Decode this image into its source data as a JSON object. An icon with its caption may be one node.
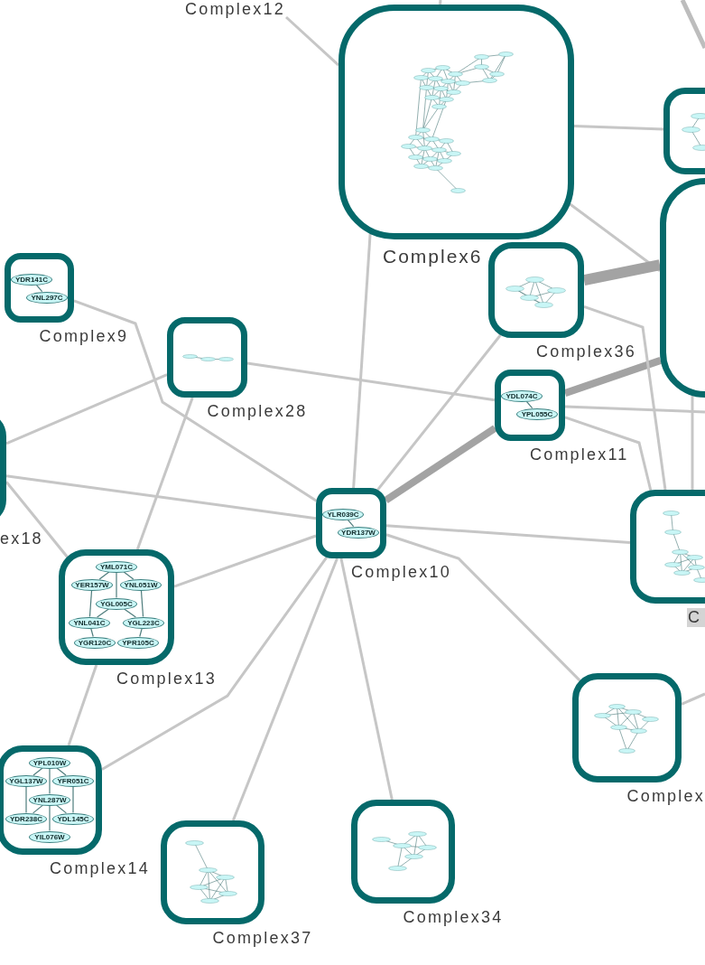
{
  "diagram": {
    "nodes": [
      {
        "text": [
          "Complex12"
        ]
      },
      {
        "text": [
          "Complex6"
        ]
      },
      {
        "text": [],
        "shape": "box"
      },
      {
        "text": [],
        "shape": "box"
      },
      {
        "text": [
          "Complex36"
        ]
      },
      {
        "text": [
          "Complex9"
        ]
      },
      {
        "text": [
          "YDR141C"
        ],
        "in": 5
      },
      {
        "text": [
          "YNL297C"
        ],
        "in": 5
      },
      {
        "text": [
          "Complex28"
        ]
      },
      {
        "text": [
          "Complex11"
        ]
      },
      {
        "text": [
          "YDL074C"
        ],
        "in": 9
      },
      {
        "text": [
          "YPL055C"
        ],
        "in": 9
      },
      {
        "text": [
          "ex18"
        ]
      },
      {
        "text": [
          "Complex10"
        ]
      },
      {
        "text": [
          "YLR039C"
        ],
        "in": 13
      },
      {
        "text": [
          "YDR137W"
        ],
        "in": 13
      },
      {
        "text": [
          "C"
        ]
      },
      {
        "text": [
          "Complex13"
        ]
      },
      {
        "text": [
          "YML071C"
        ],
        "in": 17
      },
      {
        "text": [
          "YER157W"
        ],
        "in": 17
      },
      {
        "text": [
          "YNL051W"
        ],
        "in": 17
      },
      {
        "text": [
          "YNL041C"
        ],
        "in": 17
      },
      {
        "text": [
          "YGL005C"
        ],
        "in": 17
      },
      {
        "text": [
          "YGL223C"
        ],
        "in": 17
      },
      {
        "text": [
          "YGR120C"
        ],
        "in": 17
      },
      {
        "text": [
          "YPR105C"
        ],
        "in": 17
      },
      {
        "text": [
          "Complex"
        ]
      },
      {
        "text": [
          "Complex14"
        ]
      },
      {
        "text": [
          "YPL010W"
        ],
        "in": 27
      },
      {
        "text": [
          "YGL137W"
        ],
        "in": 27
      },
      {
        "text": [
          "YFR051C"
        ],
        "in": 27
      },
      {
        "text": [
          "YNL287W"
        ],
        "in": 27
      },
      {
        "text": [
          "YDR238C"
        ],
        "in": 27
      },
      {
        "text": [
          "YDL145C"
        ],
        "in": 27
      },
      {
        "text": [
          "YIL076W"
        ],
        "in": 27
      },
      {
        "text": [
          "Complex37"
        ]
      },
      {
        "text": [
          "Complex34"
        ]
      }
    ],
    "edges": [
      {
        "from": 0,
        "to": 1,
        "arrow": "none"
      },
      {
        "from": 1,
        "to": null,
        "arrow": "none"
      },
      {
        "from": 1,
        "to": 2,
        "arrow": "none"
      },
      {
        "from": 1,
        "to": 3,
        "arrow": "none"
      },
      {
        "from": 4,
        "to": 3,
        "arrow": "none",
        "style": "thick",
        "color": "#a3a3a3"
      },
      {
        "from": 13,
        "to": 1,
        "arrow": "none"
      },
      {
        "from": 13,
        "to": 4,
        "arrow": "none"
      },
      {
        "from": 13,
        "to": 9,
        "arrow": "none",
        "style": "thick",
        "color": "#a3a3a3"
      },
      {
        "from": 9,
        "to": 3,
        "arrow": "none",
        "style": "thick",
        "color": "#a3a3a3"
      },
      {
        "from": 9,
        "to": null,
        "arrow": "none"
      },
      {
        "from": 4,
        "to": 16,
        "arrow": "none"
      },
      {
        "from": 9,
        "to": 16,
        "arrow": "none"
      },
      {
        "from": 8,
        "to": 9,
        "arrow": "none"
      },
      {
        "from": 5,
        "to": 13,
        "arrow": "none"
      },
      {
        "from": 8,
        "to": 12,
        "arrow": "none"
      },
      {
        "from": 8,
        "to": 17,
        "arrow": "none"
      },
      {
        "from": 12,
        "to": 13,
        "arrow": "none"
      },
      {
        "from": 12,
        "to": 17,
        "arrow": "none"
      },
      {
        "from": 13,
        "to": 17,
        "arrow": "none"
      },
      {
        "from": 13,
        "to": 27,
        "arrow": "none"
      },
      {
        "from": 13,
        "to": 35,
        "arrow": "none"
      },
      {
        "from": 13,
        "to": 36,
        "arrow": "none"
      },
      {
        "from": 13,
        "to": 26,
        "arrow": "none"
      },
      {
        "from": 13,
        "to": 16,
        "arrow": "none"
      },
      {
        "from": 17,
        "to": 27,
        "arrow": "none"
      },
      {
        "from": 26,
        "to": null,
        "arrow": "none"
      },
      {
        "from": 3,
        "to": 16,
        "arrow": "none"
      },
      {
        "from": 6,
        "to": 7,
        "arrow": "none",
        "color": "#4d7c7c"
      },
      {
        "from": 10,
        "to": 11,
        "arrow": "none",
        "color": "#4d7c7c"
      },
      {
        "from": 14,
        "to": 15,
        "arrow": "none",
        "color": "#4d7c7c"
      },
      {
        "from": 18,
        "to": 19,
        "arrow": "none",
        "color": "#4d7c7c"
      },
      {
        "from": 18,
        "to": 20,
        "arrow": "none",
        "color": "#4d7c7c"
      },
      {
        "from": 18,
        "to": 22,
        "arrow": "none",
        "color": "#4d7c7c"
      },
      {
        "from": 19,
        "to": 21,
        "arrow": "none",
        "color": "#4d7c7c"
      },
      {
        "from": 20,
        "to": 23,
        "arrow": "none",
        "color": "#4d7c7c"
      },
      {
        "from": 21,
        "to": 22,
        "arrow": "none",
        "color": "#4d7c7c"
      },
      {
        "from": 22,
        "to": 23,
        "arrow": "none",
        "color": "#4d7c7c"
      },
      {
        "from": 21,
        "to": 24,
        "arrow": "none",
        "color": "#4d7c7c"
      },
      {
        "from": 23,
        "to": 25,
        "arrow": "none",
        "color": "#4d7c7c"
      },
      {
        "from": 28,
        "to": 29,
        "arrow": "none",
        "color": "#4d7c7c"
      },
      {
        "from": 28,
        "to": 30,
        "arrow": "none",
        "color": "#4d7c7c"
      },
      {
        "from": 28,
        "to": 31,
        "arrow": "none",
        "color": "#4d7c7c"
      },
      {
        "from": 29,
        "to": 32,
        "arrow": "none",
        "color": "#4d7c7c"
      },
      {
        "from": 30,
        "to": 33,
        "arrow": "none",
        "color": "#4d7c7c"
      },
      {
        "from": 31,
        "to": 32,
        "arrow": "none",
        "color": "#4d7c7c"
      },
      {
        "from": 31,
        "to": 33,
        "arrow": "none",
        "color": "#4d7c7c"
      },
      {
        "from": 31,
        "to": 34,
        "arrow": "none",
        "color": "#4d7c7c"
      }
    ]
  }
}
